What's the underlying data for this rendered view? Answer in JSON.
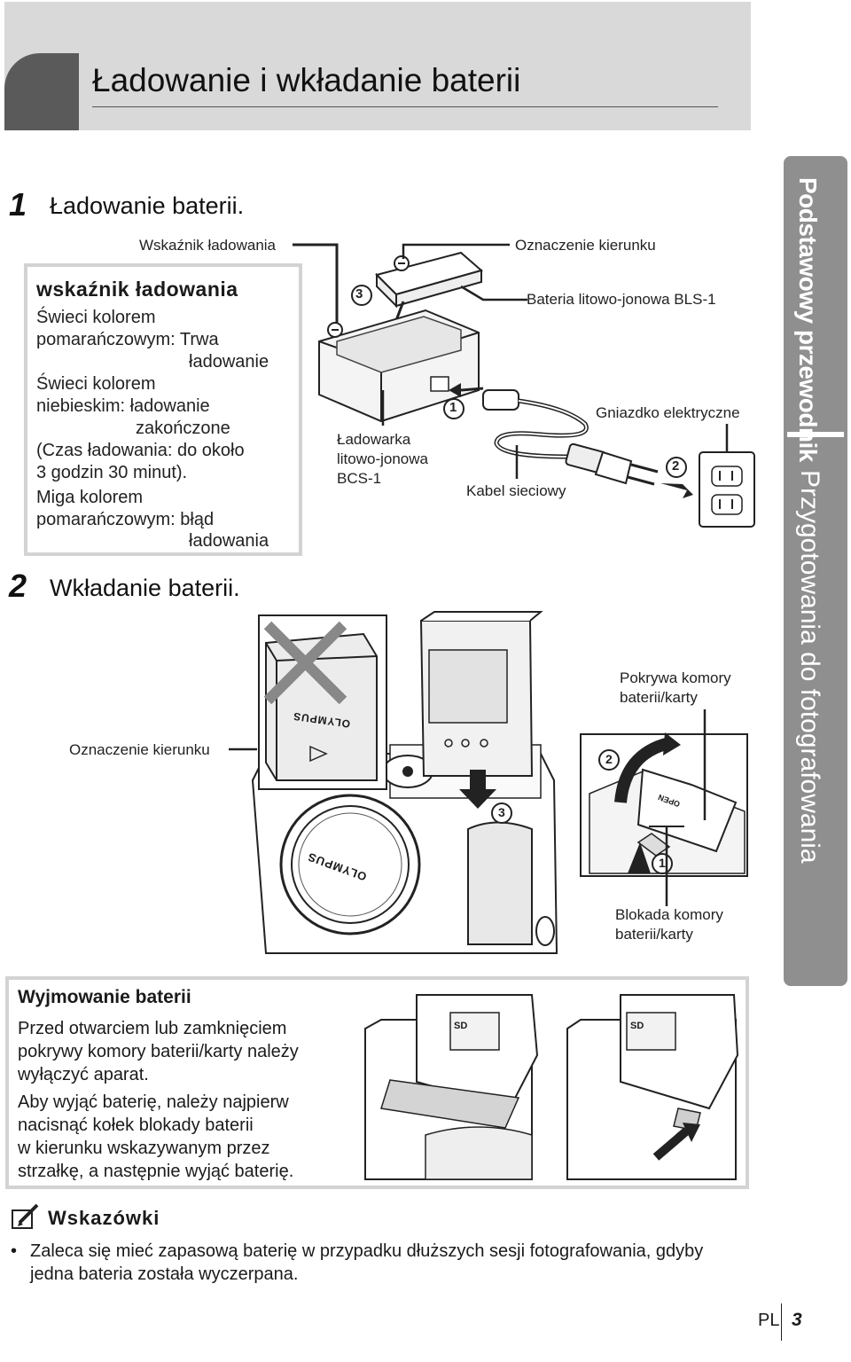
{
  "page_title": "Ładowanie i wkładanie baterii",
  "steps": [
    {
      "number": "1",
      "text": "Ładowanie baterii."
    },
    {
      "number": "2",
      "text": "Wkładanie baterii."
    }
  ],
  "charging_callout": {
    "label": "Wskaźnik ładowania",
    "heading": "wskaźnik ładowania",
    "lines": [
      "Świeci kolorem",
      "pomarańczowym: Trwa",
      "ładowanie",
      "Świeci kolorem",
      "niebieskim: ładowanie",
      "zakończone",
      "(Czas ładowania: do około",
      "3 godzin 30 minut).",
      "Miga kolorem",
      "pomarańczowym: błąd",
      "ładowania"
    ]
  },
  "diagram_labels": {
    "direction_mark": "Oznaczenie kierunku",
    "battery": "Bateria litowo-jonowa BLS-1",
    "outlet": "Gniazdko elektryczne",
    "charger": [
      "Ładowarka",
      "litowo-jonowa",
      "BCS-1"
    ],
    "cable": "Kabel sieciowy",
    "battery_cover": [
      "Pokrywa komory",
      "baterii/karty"
    ],
    "battery_lock": [
      "Blokada komory",
      "baterii/karty"
    ],
    "direction_mark_2": "Oznaczenie kierunku",
    "brand": "OLYMPUS",
    "open": "OPEN",
    "sd": "SD",
    "numbers": {
      "one": "1",
      "two": "2",
      "three": "3"
    }
  },
  "side_tab": {
    "top_text": "Podstawowy przewodnik",
    "bottom_text": "Przygotowania do fotografowania"
  },
  "removal": {
    "heading": "Wyjmowanie baterii",
    "lines": [
      "Przed otwarciem lub zamknięciem",
      "pokrywy komory baterii/karty należy",
      "wyłączyć aparat.",
      "Aby wyjąć baterię, należy najpierw",
      "nacisnąć kołek blokady baterii",
      "w kierunku wskazywanym przez",
      "strzałkę, a następnie wyjąć baterię."
    ]
  },
  "tips": {
    "title": "Wskazówki",
    "bullet": "•",
    "text": "Zaleca się mieć zapasową baterię w przypadku dłuższych sesji fotografowania, gdyby jedna bateria została wyczerpana."
  },
  "footer": {
    "lang": "PL",
    "page": "3"
  }
}
